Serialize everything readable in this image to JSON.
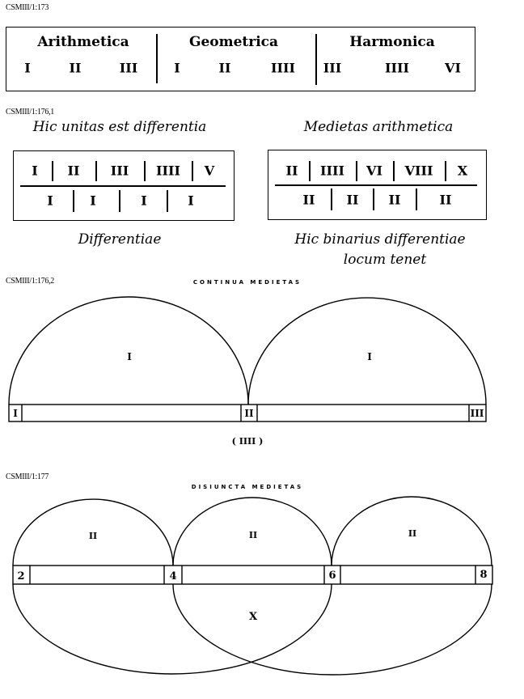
{
  "sections": [
    {
      "ref": "CSMIII/1:173",
      "columns": [
        {
          "title": "Arithmetica",
          "numerals": [
            "I",
            "II",
            "III"
          ]
        },
        {
          "title": "Geometrica",
          "numerals": [
            "I",
            "II",
            "IIII"
          ]
        },
        {
          "title": "Harmonica",
          "numerals": [
            "III",
            "IIII",
            "VI"
          ]
        }
      ]
    },
    {
      "ref": "CSMIII/1:176,1",
      "left": {
        "caption_top": "Hic unitas est differentia",
        "top_row": [
          "I",
          "II",
          "III",
          "IIII",
          "V"
        ],
        "bottom_row": [
          "I",
          "I",
          "I",
          "I"
        ],
        "caption_bottom": "Differentiae"
      },
      "right": {
        "caption_top": "Medietas arithmetica",
        "top_row": [
          "II",
          "IIII",
          "VI",
          "VIII",
          "X"
        ],
        "bottom_row": [
          "II",
          "II",
          "II",
          "II"
        ],
        "caption_bottom_1": "Hic binarius differentiae",
        "caption_bottom_2": "locum tenet"
      }
    },
    {
      "ref": "CSMIII/1:176,2",
      "title": "CONTINUA     MEDIETAS",
      "bar_terms": [
        "I",
        "II",
        "III"
      ],
      "arc_labels": [
        "I",
        "I"
      ],
      "below_label": "( IIII )"
    },
    {
      "ref": "CSMIII/1:177",
      "title": "DISIUNCTA     MEDIETAS",
      "bar_terms": [
        "2",
        "4",
        "6",
        "8"
      ],
      "arc_labels": [
        "II",
        "II",
        "II"
      ],
      "lower_label": "X"
    }
  ]
}
